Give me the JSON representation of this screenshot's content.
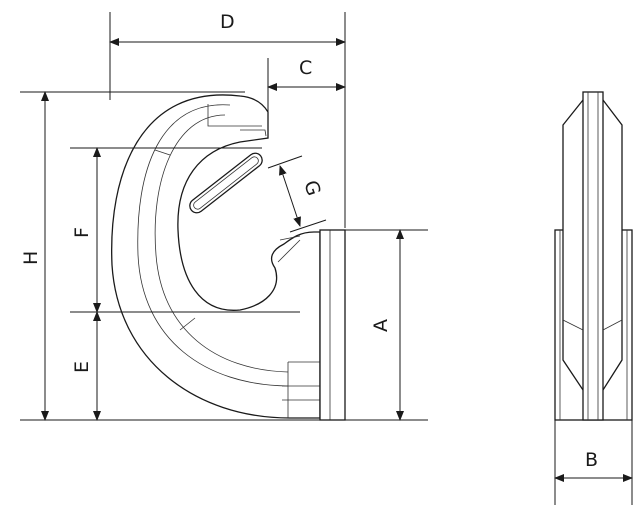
{
  "drawing": {
    "dimensions": {
      "D": "D",
      "C": "C",
      "G": "G",
      "H": "H",
      "F": "F",
      "E": "E",
      "A": "A",
      "B": "B"
    },
    "colors": {
      "line": "#1a1a1a",
      "background": "#ffffff"
    }
  }
}
